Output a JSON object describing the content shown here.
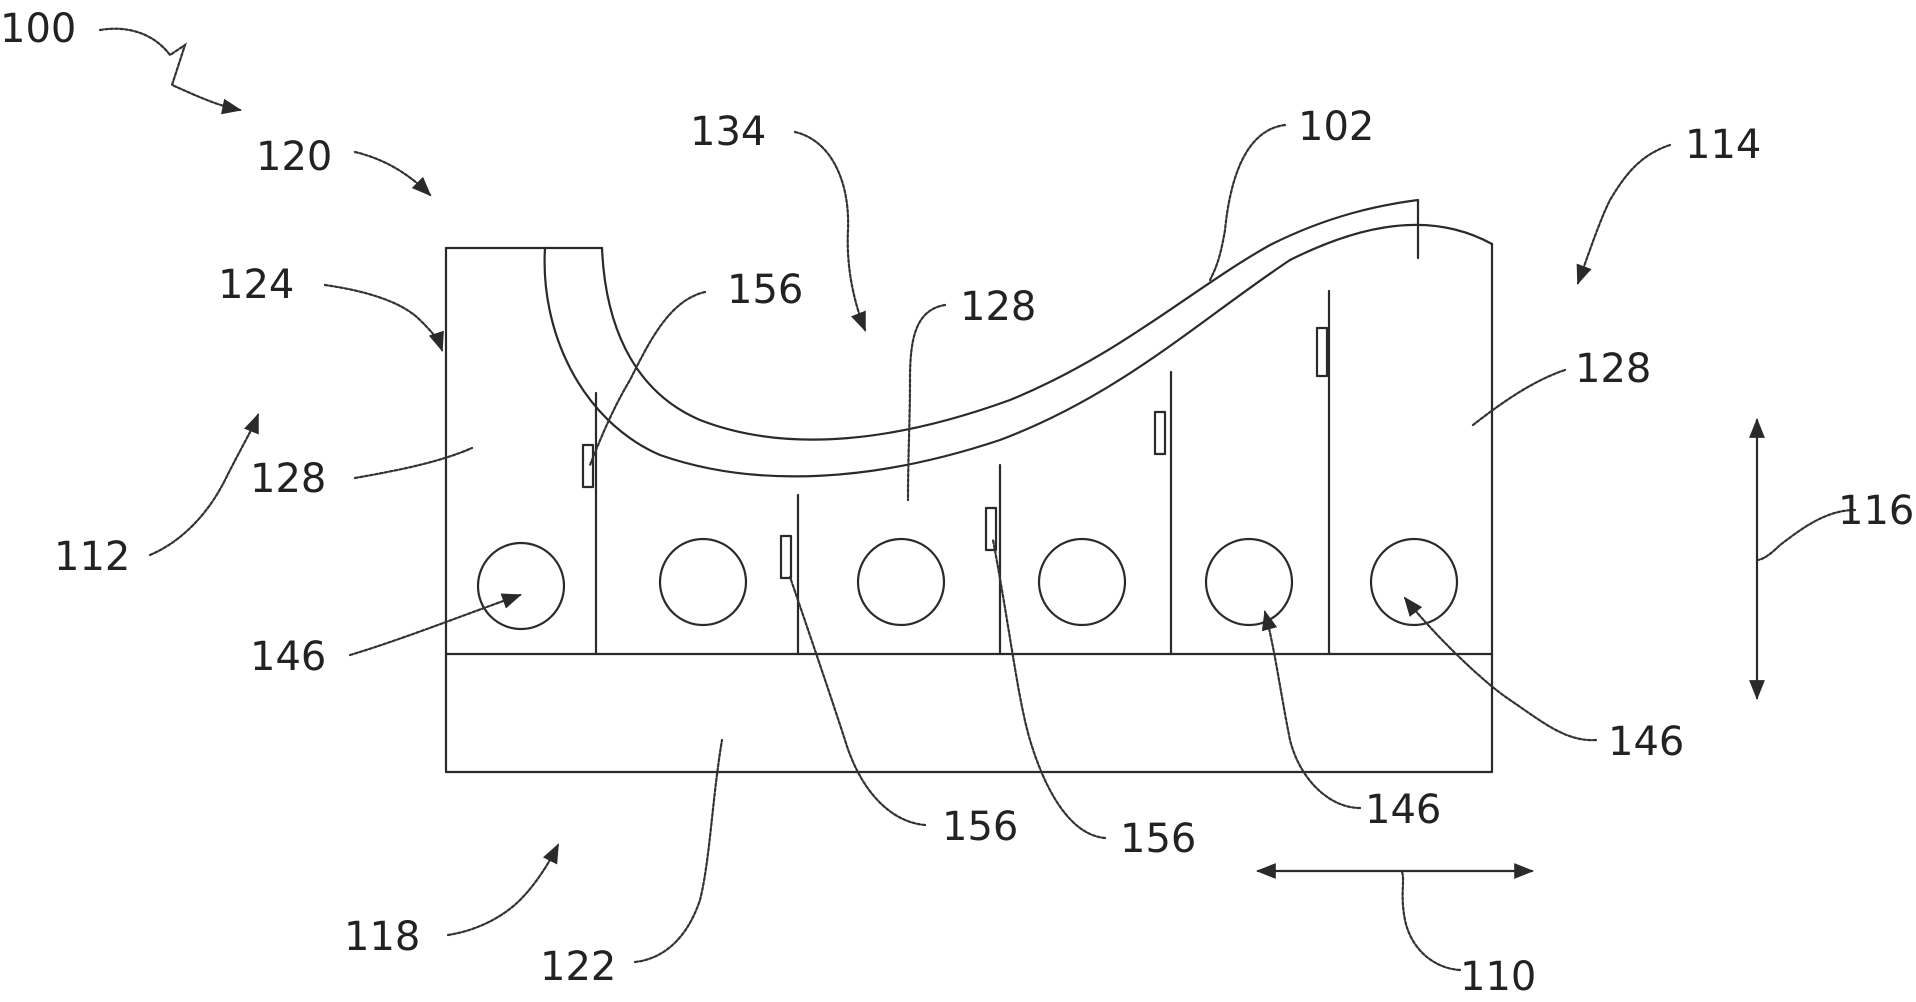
{
  "labels": {
    "ref_100": "100",
    "ref_120": "120",
    "ref_134": "134",
    "ref_102": "102",
    "ref_114": "114",
    "ref_124": "124",
    "ref_156_top": "156",
    "ref_128_center": "128",
    "ref_128_right": "128",
    "ref_128_left": "128",
    "ref_112": "112",
    "ref_116": "116",
    "ref_146_left": "146",
    "ref_146_right": "146",
    "ref_146_bottom": "146",
    "ref_156_a": "156",
    "ref_156_b": "156",
    "ref_118": "118",
    "ref_122": "122",
    "ref_110": "110"
  },
  "colors": {
    "line": "#2a2a2a",
    "background": "#ffffff"
  }
}
